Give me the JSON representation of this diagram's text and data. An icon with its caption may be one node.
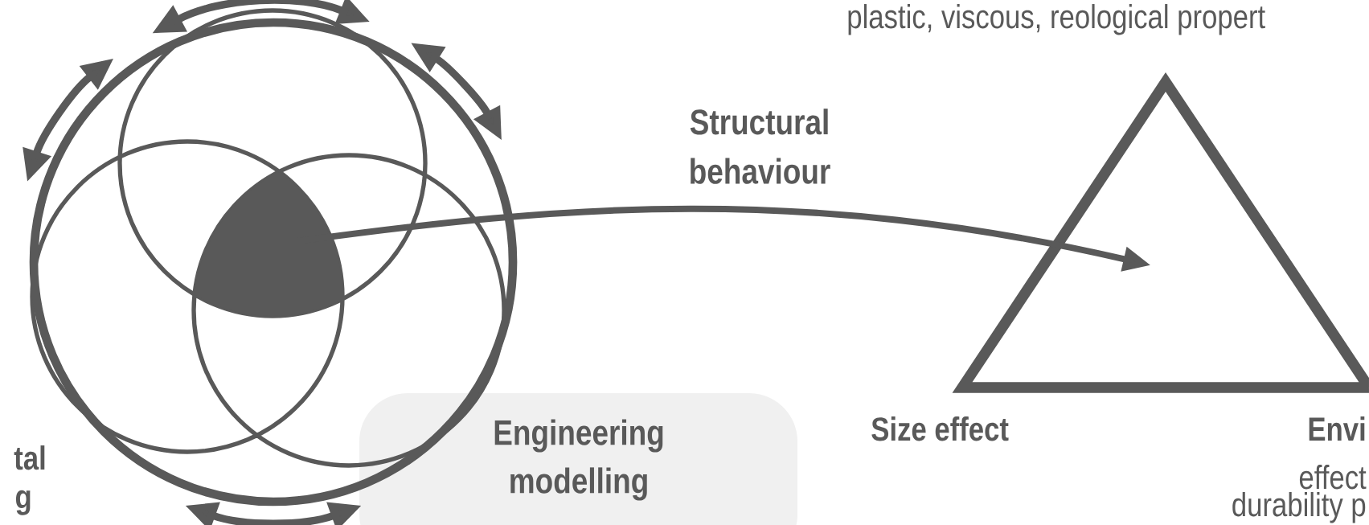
{
  "diagram": {
    "nodes": [
      {
        "text": [],
        "shape": "region"
      },
      {
        "text": [],
        "shape": "triangle"
      },
      {
        "text": [
          "Engineering modelling"
        ]
      }
    ],
    "edges": [
      {
        "from": 0,
        "to": 1,
        "arrow": "to",
        "label": "Structural behaviour"
      }
    ],
    "labels": [
      "plastic, viscous, reological propert",
      "tal",
      "g",
      "Size effect",
      "Envi",
      "effect",
      "durability p"
    ]
  }
}
